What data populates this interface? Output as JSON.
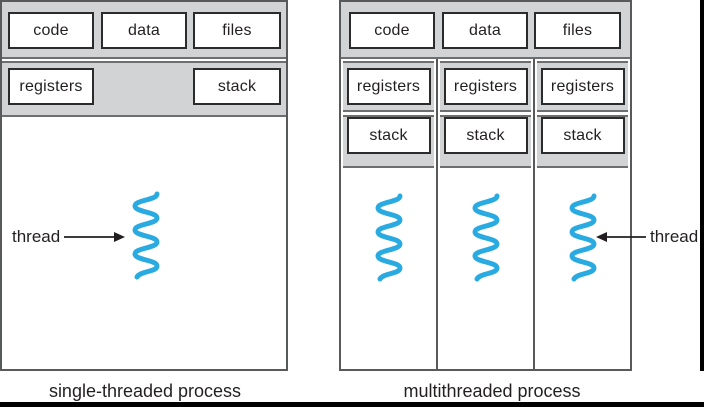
{
  "figure": {
    "left_panel": {
      "caption": "single-threaded process",
      "code_label": "code",
      "data_label": "data",
      "files_label": "files",
      "registers_label": "registers",
      "stack_label": "stack",
      "thread_label": "thread"
    },
    "right_panel": {
      "caption": "multithreaded process",
      "code_label": "code",
      "data_label": "data",
      "files_label": "files",
      "columns": [
        {
          "registers_label": "registers",
          "stack_label": "stack"
        },
        {
          "registers_label": "registers",
          "stack_label": "stack"
        },
        {
          "registers_label": "registers",
          "stack_label": "stack"
        }
      ],
      "thread_label": "thread"
    },
    "colors": {
      "thread_blue": "#29abe2",
      "panel_gray": "#d1d3d4",
      "band_line_gray": "#6d6e70",
      "border_gray": "#58595b",
      "box_border": "#2b2b2b",
      "text": "#231f20",
      "frame_black": "#000000"
    }
  }
}
